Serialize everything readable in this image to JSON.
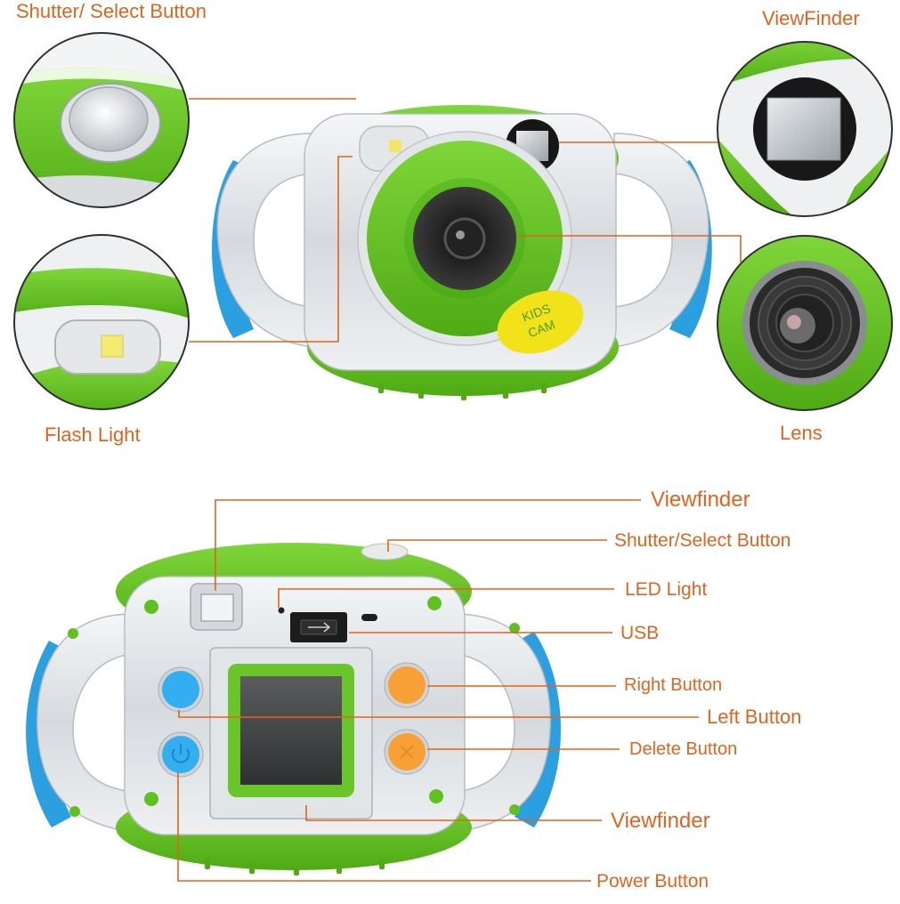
{
  "front_view": {
    "labels": {
      "shutter": "Shutter/ Select Button",
      "viewfinder": "ViewFinder",
      "flash": "Flash Light",
      "lens": "Lens"
    },
    "badge_line1": "KIDS",
    "badge_line2": "CAM"
  },
  "back_view": {
    "labels": {
      "viewfinder_top": "Viewfinder",
      "shutter": "Shutter/Select Button",
      "led": "LED Light",
      "usb": "USB",
      "right": "Right Button",
      "left": "Left Button",
      "delete": "Delete Button",
      "viewfinder_screen": "Viewfinder",
      "power": "Power Button"
    }
  },
  "colors": {
    "label": "#e2631f",
    "leader": "#e2631f",
    "body_green": "#5fc11f",
    "body_silver": "#dcdfe3",
    "grip_blue": "#2b9fe0",
    "button_orange": "#f7a035",
    "button_blue": "#33aef0",
    "badge_yellow": "#f2e21a"
  }
}
